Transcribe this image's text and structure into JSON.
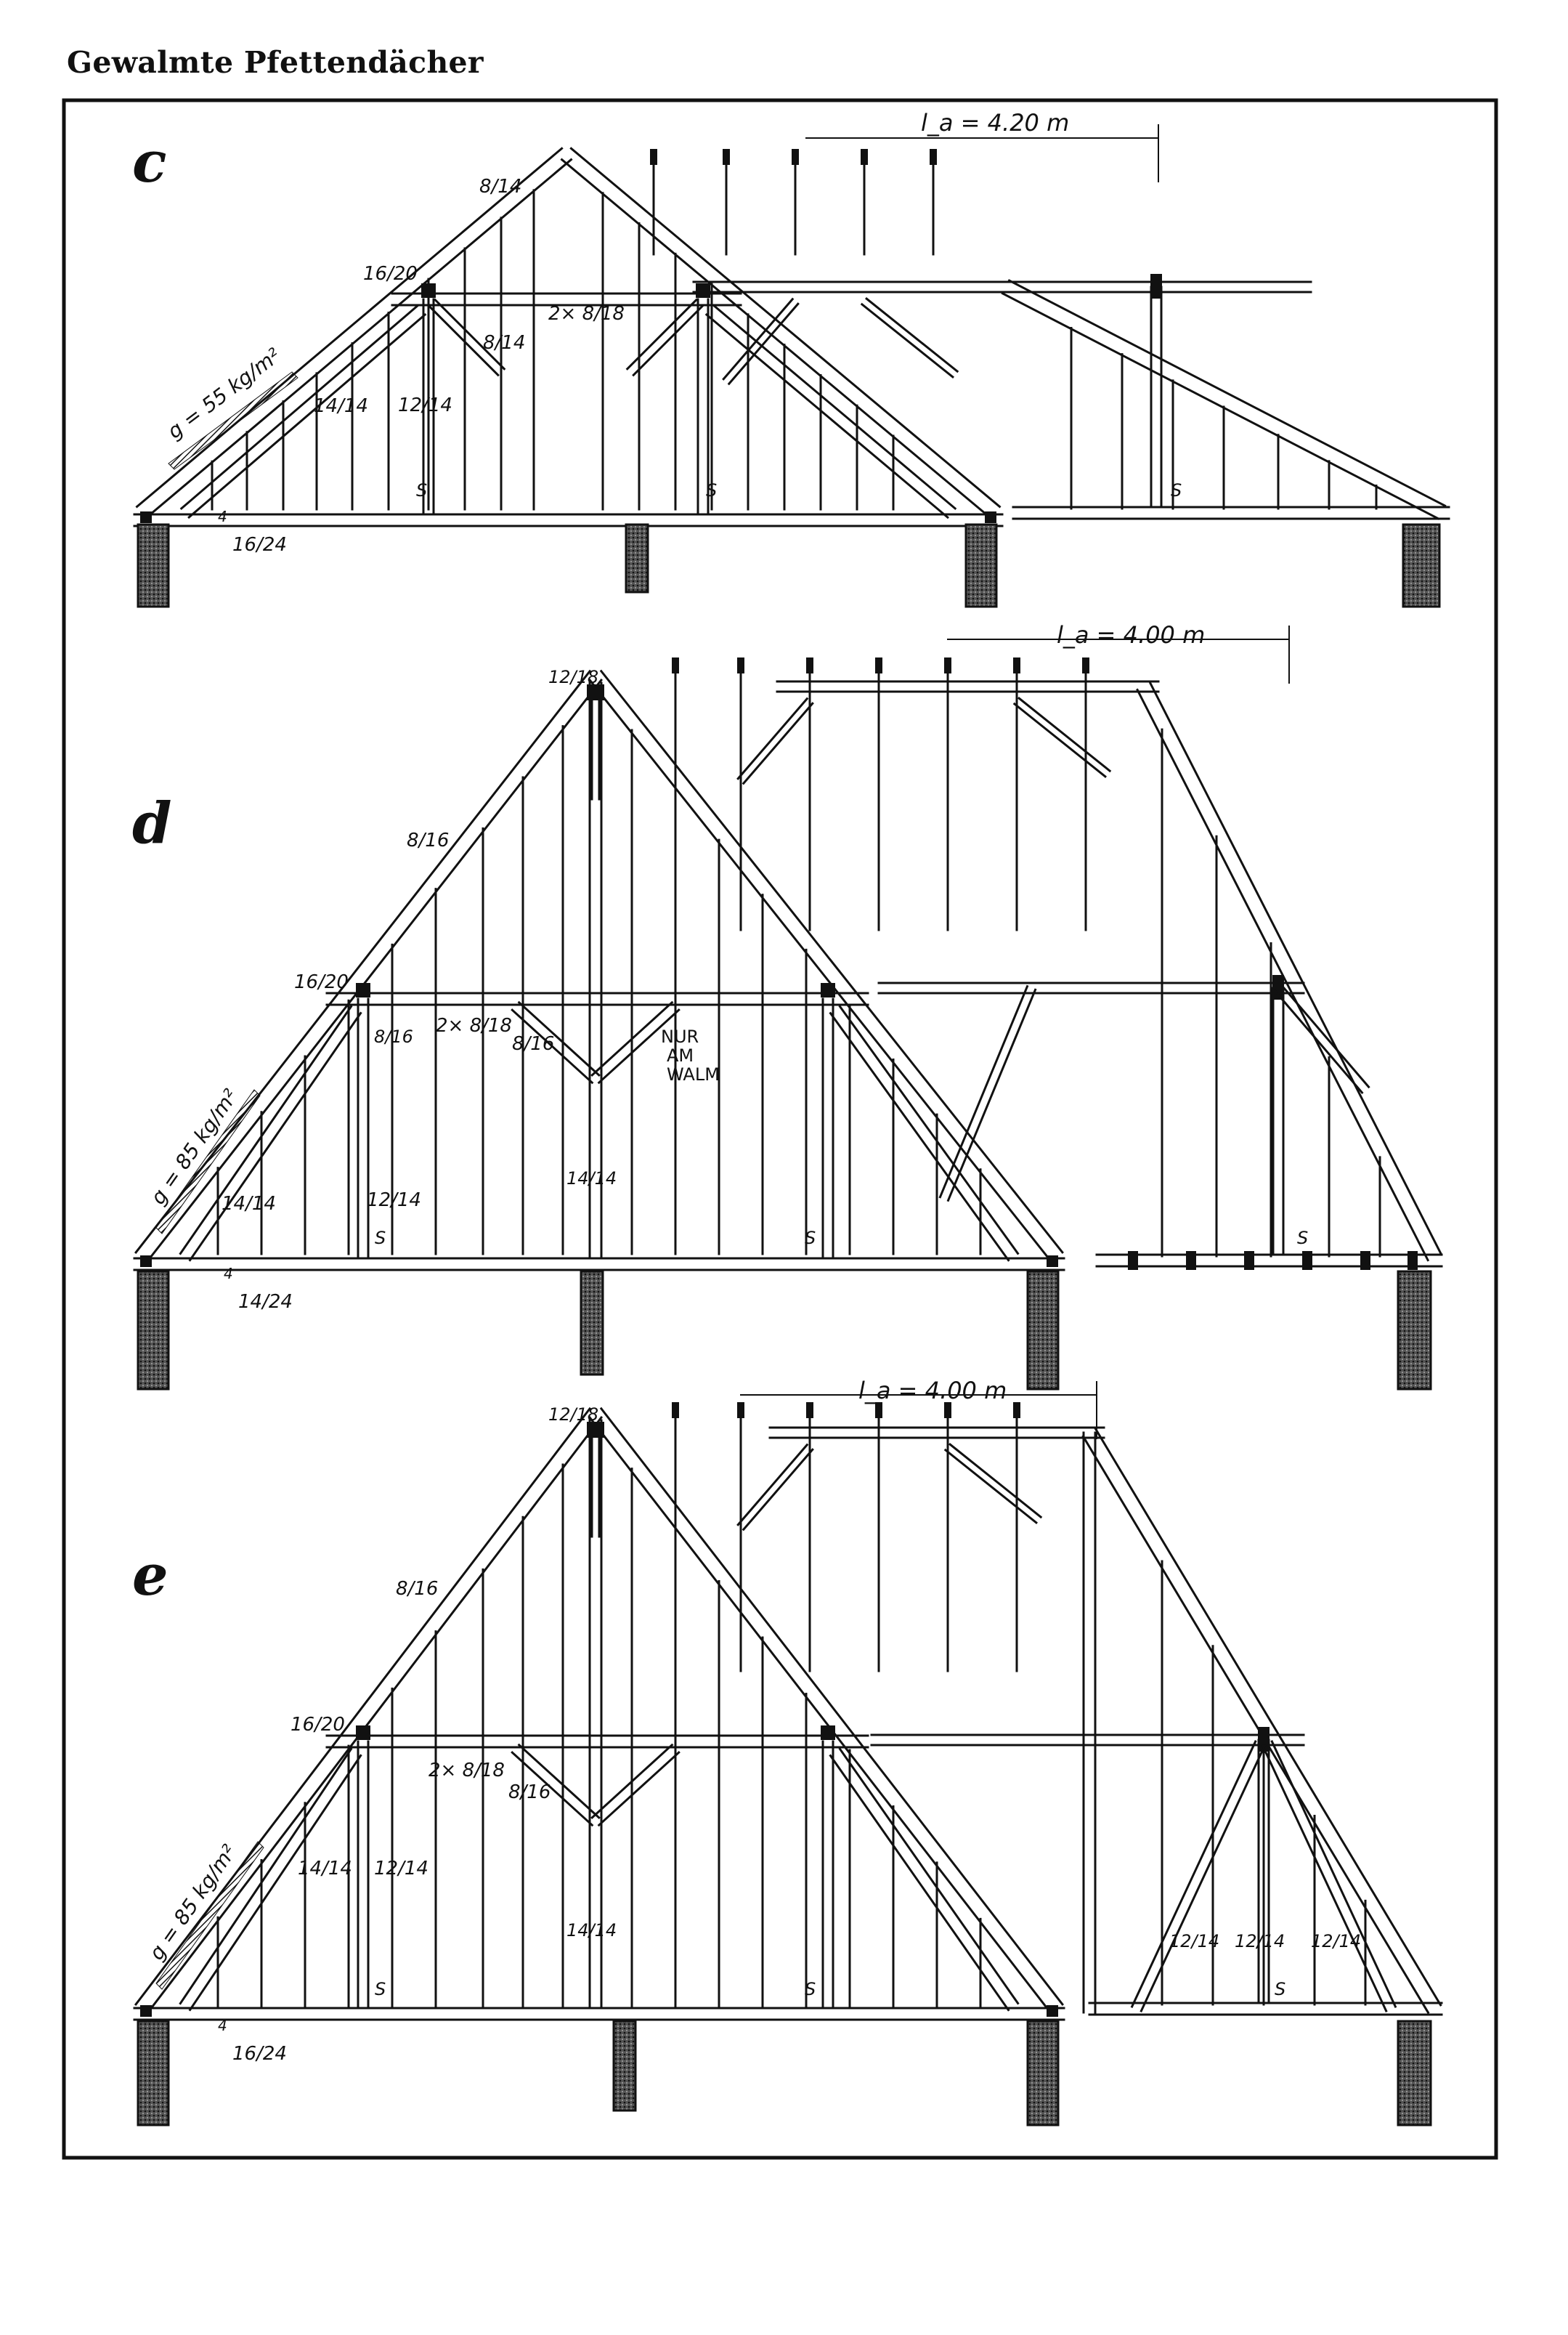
{
  "page": {
    "title": "Gewalmte Pfettendächer"
  },
  "colors": {
    "ink": "#111111",
    "wall_hatch": "#333333",
    "paper": "#ffffff"
  },
  "panels": [
    {
      "id": "c",
      "label": "c",
      "span_label": "l_a = 4.20 m",
      "load_label": "g = 55 kg/m²",
      "labels": {
        "rafter": "8/14",
        "purlin": "16/20",
        "collar": "2× 8/18",
        "brace": "8/14",
        "strut": "14/14",
        "post": "12/14",
        "post_mark": "S",
        "tie": "16/24",
        "tie_mark": "4"
      }
    },
    {
      "id": "d",
      "label": "d",
      "span_label": "l_a = 4.00 m",
      "load_label": "g = 85 kg/m²",
      "labels": {
        "ridge": "12/18",
        "rafter": "8/16",
        "purlin": "16/20",
        "post_upper": "8/16",
        "collar": "2× 8/18",
        "brace": "8/16",
        "note": "NUR AM WALM",
        "strut": "14/14",
        "post": "12/14",
        "center_post": "14/14",
        "post_mark": "S",
        "tie": "14/24",
        "tie_mark": "4"
      }
    },
    {
      "id": "e",
      "label": "e",
      "span_label": "l_a = 4.00 m",
      "load_label": "g = 85 kg/m²",
      "labels": {
        "ridge": "12/18",
        "rafter": "8/16",
        "purlin": "16/20",
        "collar": "2× 8/18",
        "brace": "8/16",
        "strut": "14/14",
        "post": "12/14",
        "center_post": "14/14",
        "post_mark": "S",
        "tie": "16/24",
        "tie_mark": "4",
        "hip_strut_left": "12/14",
        "hip_post": "12/14",
        "hip_strut_right": "12/14"
      }
    }
  ]
}
